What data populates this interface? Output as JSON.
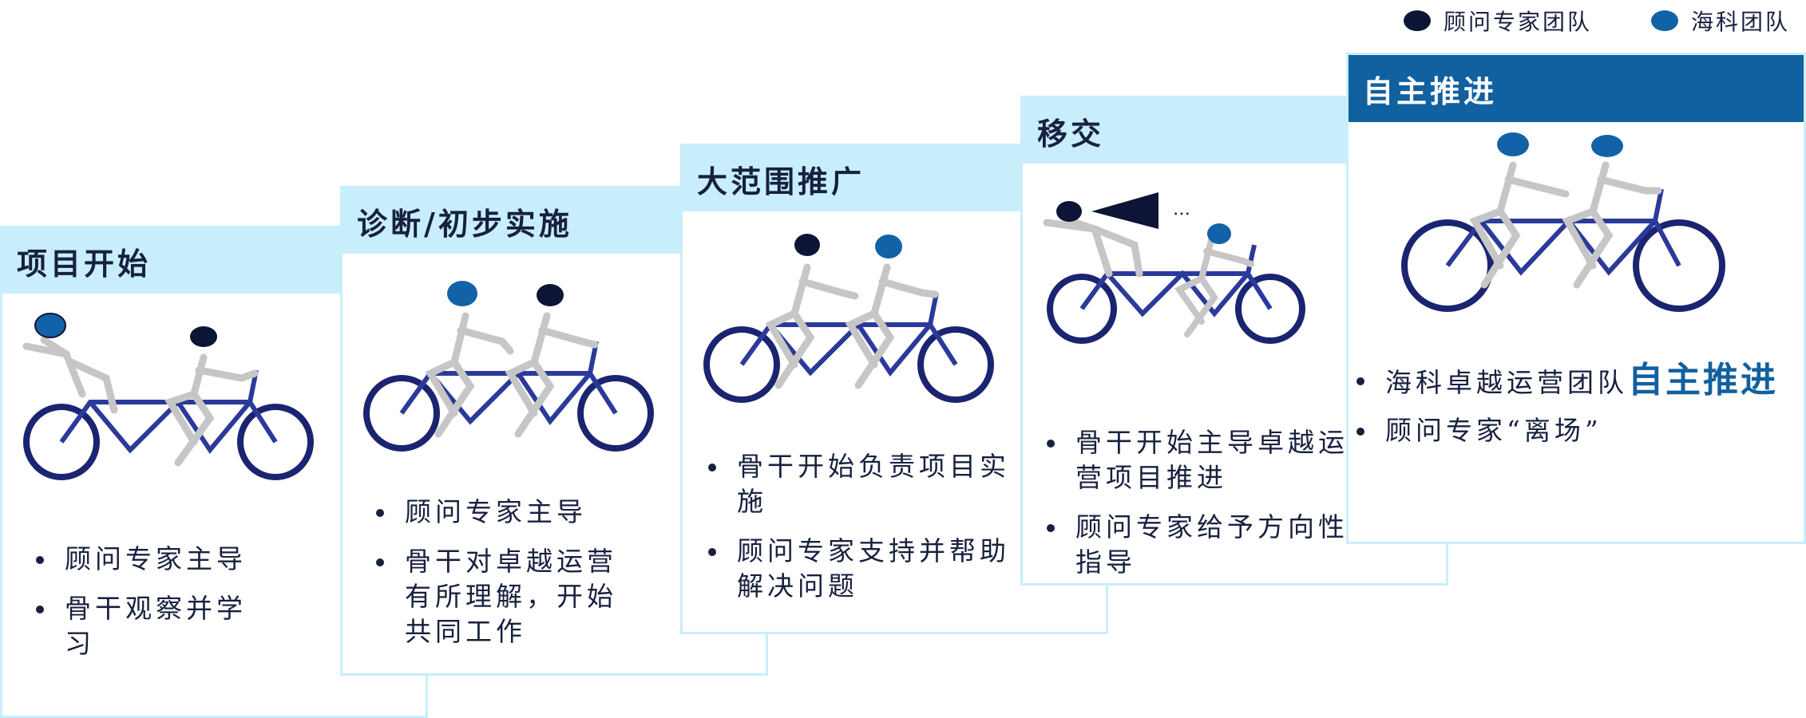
{
  "colors": {
    "advisor": "#0c1535",
    "haike": "#1262a8",
    "frame": "#2b3a9a",
    "wheel": "#1b2470",
    "rider": "#c6c6c6",
    "header_light": "#c8eefb",
    "header_dark": "#11609f"
  },
  "legend": [
    {
      "label": "顾问专家团队",
      "color": "#0c1535"
    },
    {
      "label": "海科团队",
      "color": "#1262a8"
    }
  ],
  "stages": [
    {
      "title": "项目开始",
      "bullets": [
        "顾问专家主导",
        "骨干观察并学习"
      ]
    },
    {
      "title": "诊断/初步实施",
      "bullets": [
        "顾问专家主导",
        "骨干对卓越运营有所理解，开始共同工作"
      ]
    },
    {
      "title": "大范围推广",
      "bullets": [
        "骨干开始负责项目实施",
        "顾问专家支持并帮助解决问题"
      ]
    },
    {
      "title": "移交",
      "bullets": [
        "骨干开始主导卓越运营项目推进",
        "顾问专家给予方向性指导"
      ],
      "ellipsis": "…"
    },
    {
      "title": "自主推进",
      "bullets": [
        {
          "text": "海科卓越运营团队",
          "emphasis": "自主推进"
        },
        "顾问专家“离场”"
      ]
    }
  ]
}
